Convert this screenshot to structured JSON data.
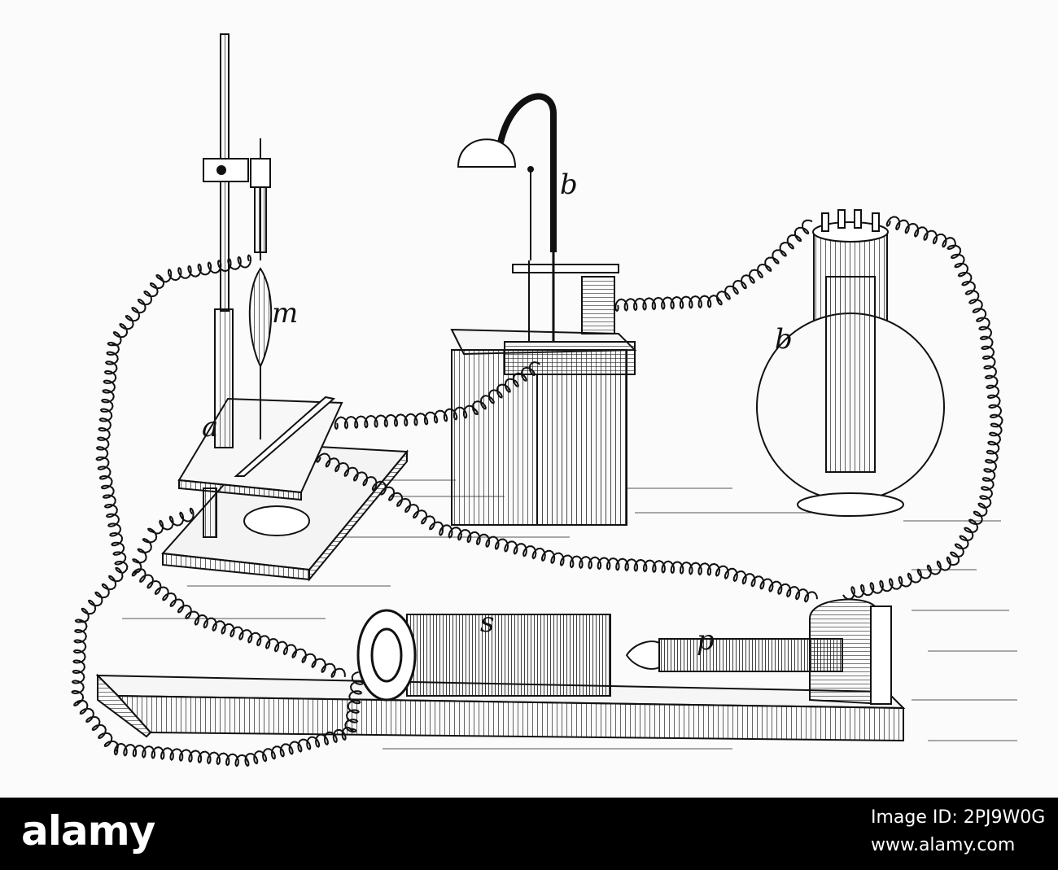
{
  "figure": {
    "labels": {
      "a": "a",
      "m": "m",
      "b_lamp": "b",
      "b_flask": "b",
      "s": "s",
      "p": "p"
    }
  },
  "footer": {
    "brand": "alamy",
    "image_id": "Image ID: 2PJ9W0G",
    "url": "www.alamy.com"
  }
}
